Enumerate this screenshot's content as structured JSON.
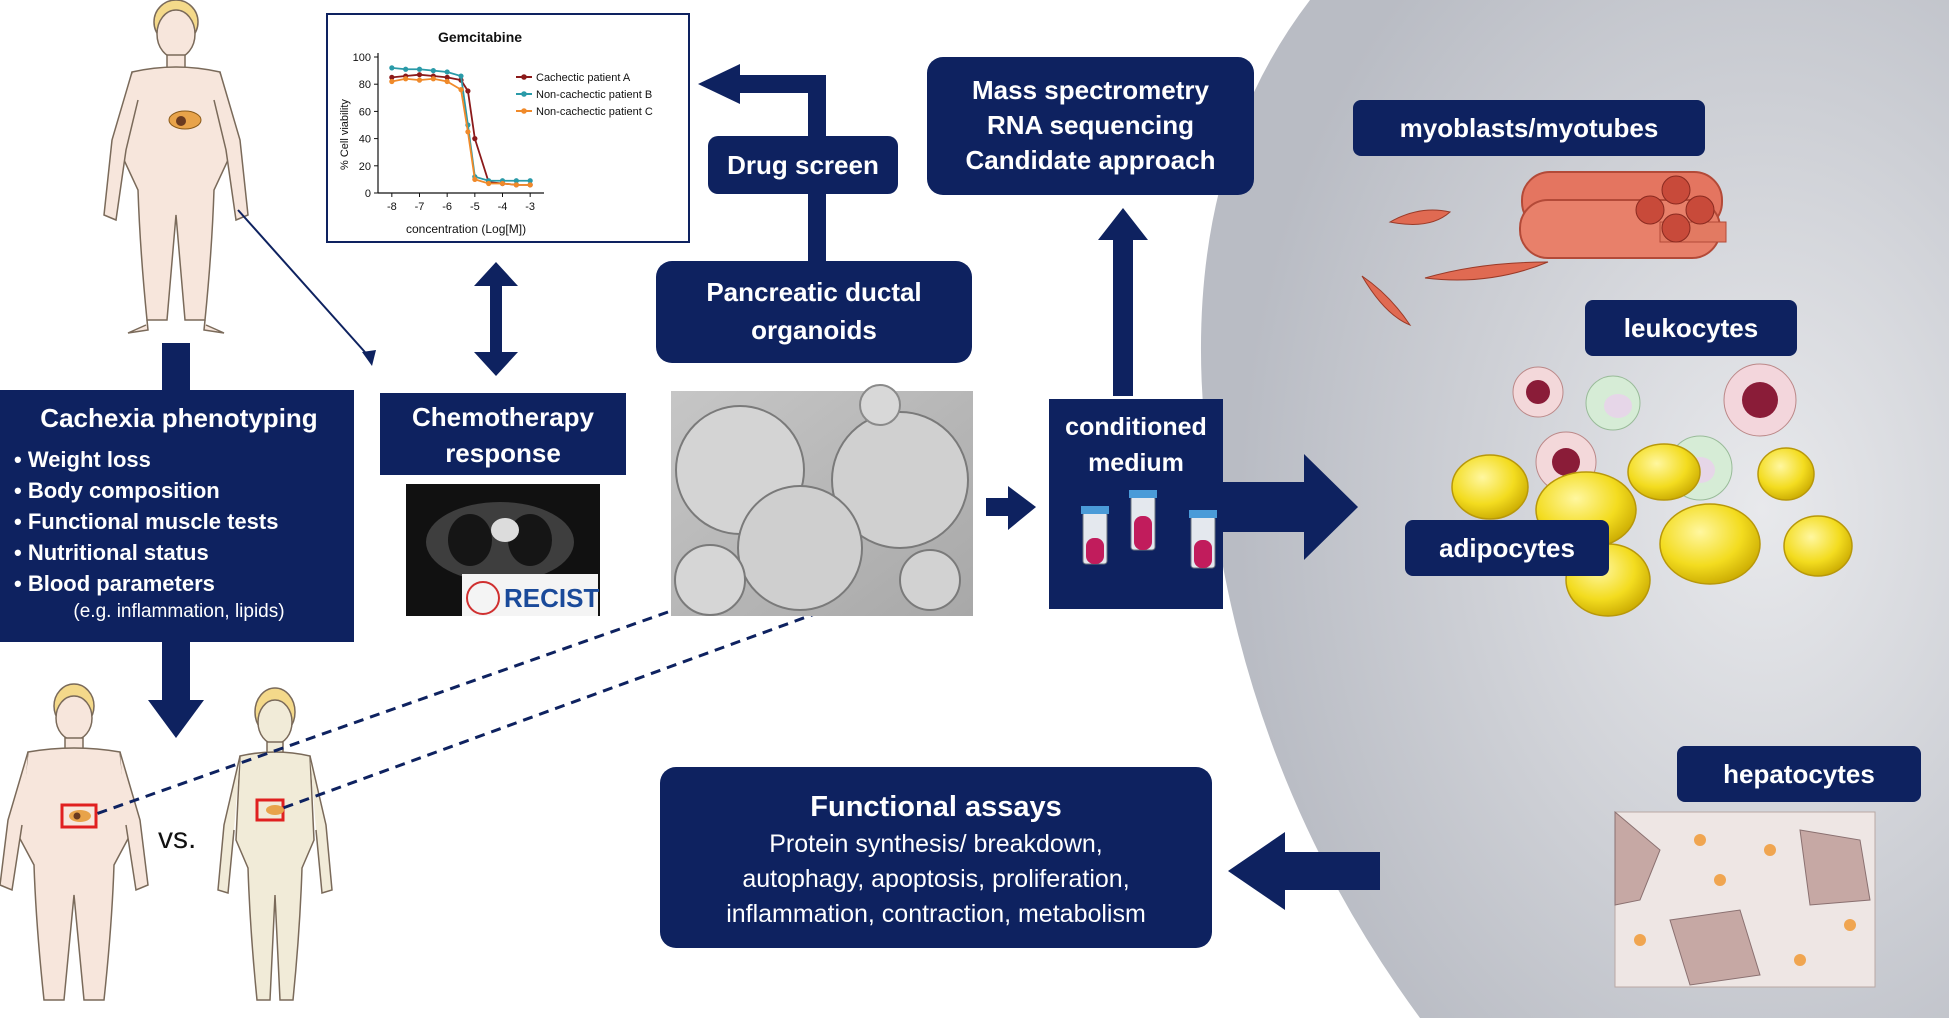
{
  "boxes": {
    "cachexia_title": "Cachexia phenotyping",
    "cachexia_items": [
      "Weight loss",
      "Body composition",
      "Functional muscle tests",
      "Nutritional status",
      "Blood parameters"
    ],
    "cachexia_note": "(e.g. inflammation, lipids)",
    "chemo_line1": "Chemotherapy",
    "chemo_line2": "response",
    "drug_screen": "Drug screen",
    "organoids_line1": "Pancreatic ductal",
    "organoids_line2": "organoids",
    "omics_line1": "Mass spectrometry",
    "omics_line2": "RNA sequencing",
    "omics_line3": "Candidate approach",
    "cm_line1": "conditioned",
    "cm_line2": "medium",
    "myoblasts": "myoblasts/myotubes",
    "leukocytes": "leukocytes",
    "adipocytes": "adipocytes",
    "hepatocytes": "hepatocytes",
    "functional_title": "Functional assays",
    "functional_line1": "Protein synthesis/ breakdown,",
    "functional_line2": "autophagy, apoptosis, proliferation,",
    "functional_line3": "inflammation, contraction, metabolism"
  },
  "vs_label": "vs.",
  "recist_label": "RECIST",
  "colors": {
    "navy": "#0e2260",
    "panel_gray": "#c9ccd3",
    "muscle": "#e0705a",
    "fat": "#f3dc1f",
    "series_a": "#8b1a1a",
    "series_b": "#2a9aa8",
    "series_c": "#f08a2a"
  },
  "chart_data": {
    "type": "line",
    "title": "Gemcitabine",
    "xlabel": "concentration (Log[M])",
    "ylabel": "% Cell viability",
    "xlim": [
      -8.5,
      -2.5
    ],
    "ylim": [
      0,
      100
    ],
    "x_ticks": [
      -8,
      -7,
      -6,
      -5,
      -4,
      -3
    ],
    "y_ticks": [
      0,
      20,
      40,
      60,
      80,
      100
    ],
    "series": [
      {
        "name": "Cachectic patient A",
        "color": "#8b1a1a",
        "x": [
          -8,
          -7.5,
          -7,
          -6.5,
          -6,
          -5.5,
          -5.25,
          -5,
          -4.5,
          -4,
          -3.5,
          -3
        ],
        "y": [
          85,
          86,
          87,
          86,
          85,
          83,
          75,
          40,
          8,
          7,
          6,
          6
        ]
      },
      {
        "name": "Non-cachectic patient B",
        "color": "#2a9aa8",
        "x": [
          -8,
          -7.5,
          -7,
          -6.5,
          -6,
          -5.5,
          -5.25,
          -5,
          -4.5,
          -4,
          -3.5,
          -3
        ],
        "y": [
          92,
          91,
          91,
          90,
          89,
          86,
          50,
          12,
          9,
          9,
          9,
          9
        ]
      },
      {
        "name": "Non-cachectic patient C",
        "color": "#f08a2a",
        "x": [
          -8,
          -7.5,
          -7,
          -6.5,
          -6,
          -5.5,
          -5.25,
          -5,
          -4.5,
          -4,
          -3.5,
          -3
        ],
        "y": [
          82,
          84,
          83,
          84,
          82,
          76,
          45,
          10,
          7,
          7,
          6,
          6
        ]
      }
    ]
  }
}
